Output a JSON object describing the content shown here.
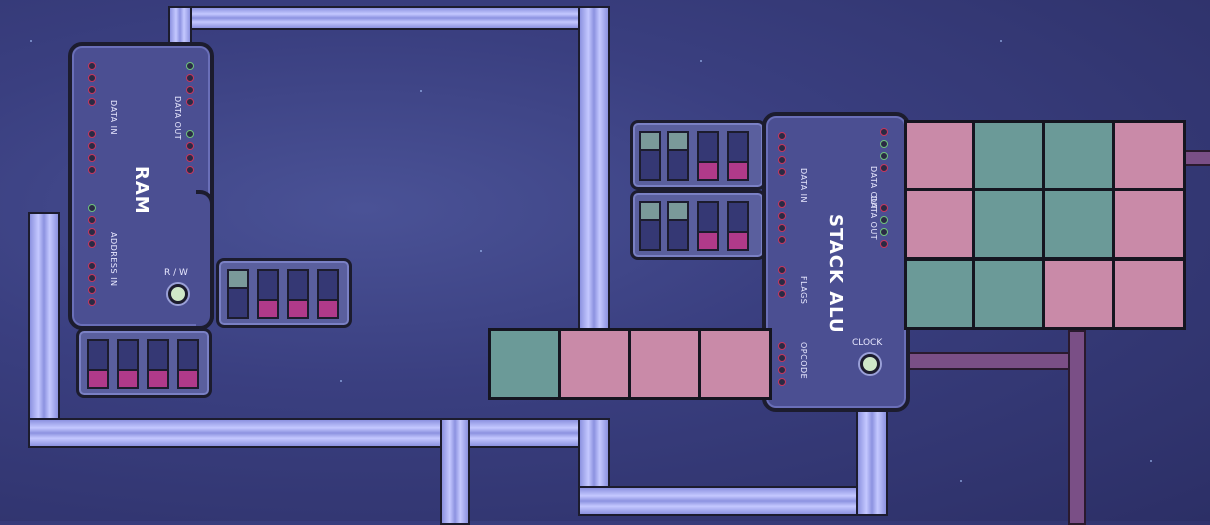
{
  "ram": {
    "title": "RAM",
    "labels": {
      "data_out": "DATA OUT",
      "data_in": "DATA IN",
      "address_in": "ADDRESS IN"
    },
    "rw_label": "R / W"
  },
  "alu": {
    "title": "STACK ALU",
    "labels": {
      "data_in": "DATA IN",
      "data_out": "DATA OUT",
      "flags": "FLAGS",
      "opcode": "OPCODE"
    },
    "clock_label": "CLOCK"
  },
  "colors": {
    "pink": "#c98aa8",
    "teal": "#6b9a98",
    "chip": "#4b4f92",
    "pipe": "#a8aef0",
    "purple_pipe": "#7a4f86"
  },
  "switch_banks": {
    "ram_address": [
      "off",
      "off",
      "off",
      "off"
    ],
    "ram_rw": [
      "on",
      "off",
      "off",
      "off"
    ],
    "alu_top": [
      "on",
      "on",
      "off",
      "off"
    ],
    "alu_mid": [
      "on",
      "on",
      "off",
      "off"
    ]
  },
  "grids": {
    "opcode_row": [
      "teal",
      "pink",
      "pink",
      "pink"
    ],
    "output_grid": [
      [
        "pink",
        "teal",
        "teal",
        "pink"
      ],
      [
        "pink",
        "teal",
        "teal",
        "pink"
      ],
      [
        "teal",
        "teal",
        "pink",
        "pink"
      ]
    ]
  }
}
